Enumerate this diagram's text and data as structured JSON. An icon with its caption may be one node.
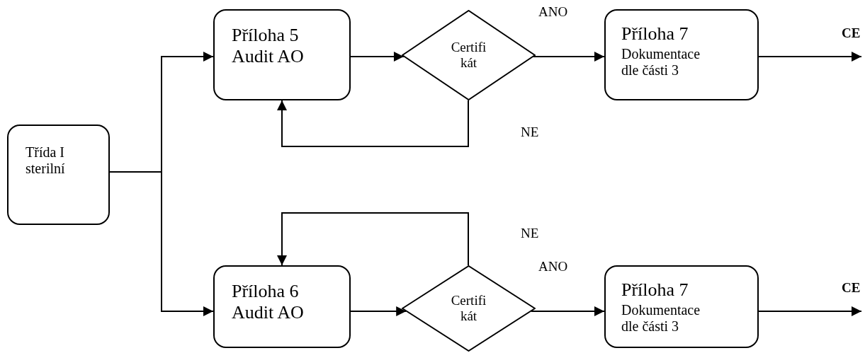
{
  "diagram": {
    "nodes": [
      {
        "text": [
          "Třída I sterilní"
        ]
      },
      {
        "text": [
          "Příloha 5 Audit AO"
        ]
      },
      {
        "text": [
          "Certifi kát"
        ]
      },
      {
        "text": [
          "Příloha 7",
          "Dokumentace dle části 3"
        ]
      },
      {
        "text": [
          "Příloha 6 Audit AO"
        ]
      },
      {
        "text": [
          "Certifi kát"
        ]
      },
      {
        "text": [
          "Příloha 7",
          "Dokumentace dle části 3"
        ]
      }
    ],
    "edges": [
      {
        "from": 0,
        "to": 1,
        "arrow": "to"
      },
      {
        "from": 1,
        "to": 2,
        "arrow": "to"
      },
      {
        "from": 2,
        "to": 3,
        "arrow": "to",
        "label": "ANO"
      },
      {
        "from": 2,
        "to": 1,
        "arrow": "to",
        "label": "NE"
      },
      {
        "from": 3,
        "to": null,
        "arrow": "to",
        "label": "CE"
      },
      {
        "from": 0,
        "to": 4,
        "arrow": "to"
      },
      {
        "from": 4,
        "to": 5,
        "arrow": "to"
      },
      {
        "from": 5,
        "to": 6,
        "arrow": "to",
        "label": "ANO"
      },
      {
        "from": 5,
        "to": 4,
        "arrow": "to",
        "label": "NE"
      },
      {
        "from": 6,
        "to": null,
        "arrow": "to",
        "label": "CE"
      }
    ]
  }
}
